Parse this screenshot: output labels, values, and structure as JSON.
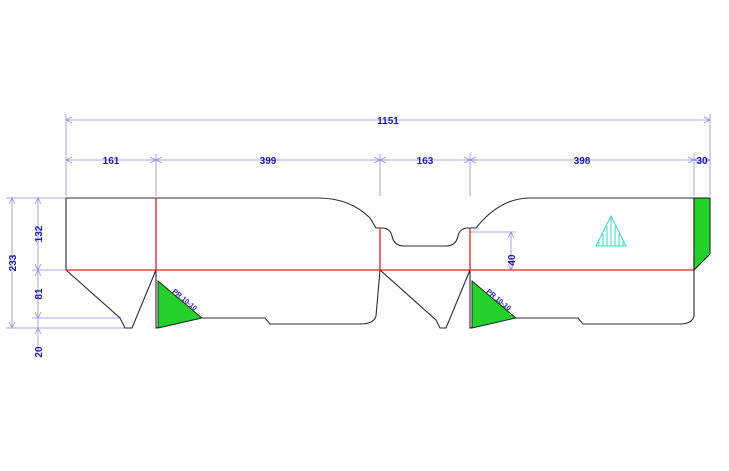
{
  "dimensions": {
    "total_width": "1151",
    "panel_1": "161",
    "panel_2": "399",
    "panel_3": "163",
    "panel_4": "398",
    "glue_flap": "30",
    "height_total": "233",
    "height_top": "132",
    "height_bottom": "81",
    "height_extra": "20",
    "notch_depth": "40"
  },
  "glue_labels": {
    "left": "PR 10-10",
    "right": "PR 10-10"
  },
  "colors": {
    "dimension": "#8a8fd6",
    "dimension_text": "#1a1aa6",
    "cut_line": "#2b2b2b",
    "fold_line": "#e02020",
    "glue_area": "#22d12a",
    "grain_marker": "#38d6c4"
  }
}
